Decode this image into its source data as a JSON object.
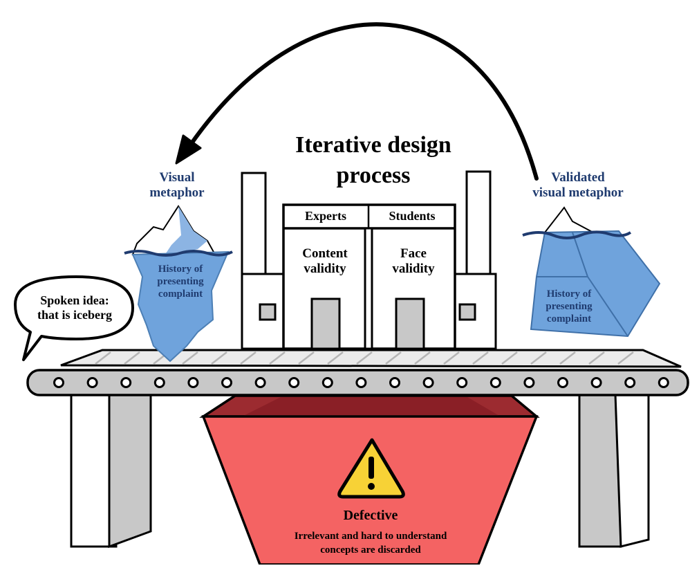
{
  "title_line1": "Iterative design",
  "title_line2": "process",
  "left_label_line1": "Visual",
  "left_label_line2": "metaphor",
  "right_label_line1": "Validated",
  "right_label_line2": "visual metaphor",
  "iceberg_text_line1": "History of",
  "iceberg_text_line2": "presenting",
  "iceberg_text_line3": "complaint",
  "speech_line1": "Spoken idea:",
  "speech_line2": "that is iceberg",
  "factory_tab_left": "Experts",
  "factory_tab_right": "Students",
  "factory_left_line1": "Content",
  "factory_left_line2": "validity",
  "factory_right_line1": "Face",
  "factory_right_line2": "validity",
  "bin_title": "Defective",
  "bin_sub_line1": "Irrelevant and hard to understand",
  "bin_sub_line2": "concepts are discarded",
  "colors": {
    "iceberg_blue": "#6fa3dc",
    "label_navy": "#1f3b6f",
    "bin_red": "#f46363",
    "warning_yellow": "#f7d236",
    "belt_gray": "#c8c8c8"
  }
}
